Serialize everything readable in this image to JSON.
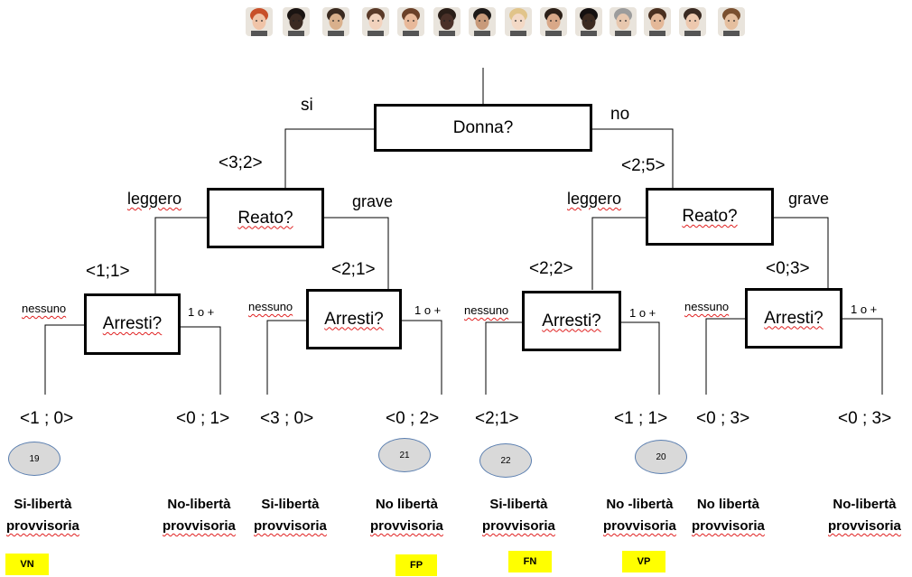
{
  "faces": [
    {
      "name": "face-1",
      "skin": "#f0c4a8",
      "hair": "#c8502a"
    },
    {
      "name": "face-2",
      "skin": "#3b2a22",
      "hair": "#1a1412"
    },
    {
      "name": "face-3",
      "skin": "#d9b08c",
      "hair": "#3a2a20"
    },
    {
      "name": "face-4",
      "skin": "#f2d2bd",
      "hair": "#5a3a28"
    },
    {
      "name": "face-5",
      "skin": "#e8b99a",
      "hair": "#6a4028"
    },
    {
      "name": "face-6",
      "skin": "#4a3028",
      "hair": "#2a1e18"
    },
    {
      "name": "face-7",
      "skin": "#c89a7a",
      "hair": "#1e1a18"
    },
    {
      "name": "face-8",
      "skin": "#f3d9c6",
      "hair": "#e1c48a"
    },
    {
      "name": "face-9",
      "skin": "#d8a888",
      "hair": "#2c2018"
    },
    {
      "name": "face-10",
      "skin": "#3c2a20",
      "hair": "#141010"
    },
    {
      "name": "face-11",
      "skin": "#e7c7ae",
      "hair": "#9c9c9c"
    },
    {
      "name": "face-12",
      "skin": "#e4b898",
      "hair": "#4a3020"
    },
    {
      "name": "face-13",
      "skin": "#edc8ae",
      "hair": "#3a2a22"
    },
    {
      "name": "face-14",
      "skin": "#e5bf9f",
      "hair": "#7a5030"
    }
  ],
  "root": {
    "label": "Donna?",
    "yes_label": "si",
    "no_label": "no"
  },
  "left_reato": {
    "label": "Reato?",
    "counts": "<3;2>",
    "light": "leggero",
    "heavy": "grave"
  },
  "right_reato": {
    "label": "Reato?",
    "counts": "<2;5>",
    "light": "leggero",
    "heavy": "grave"
  },
  "arresti": [
    {
      "label": "Arresti?",
      "counts": "<1;1>",
      "none": "nessuno",
      "more": "1 o +"
    },
    {
      "label": "Arresti?",
      "counts": "<2;1>",
      "none": "nessuno",
      "more": "1 o +"
    },
    {
      "label": "Arresti?",
      "counts": "<2;2>",
      "none": "nessuno",
      "more": "1 o +"
    },
    {
      "label": "Arresti?",
      "counts": "<0;3>",
      "none": "nessuno",
      "more": "1 o +"
    }
  ],
  "leaves": [
    {
      "tuple": "<1 ; 0>",
      "outcome1": "Si-libertà",
      "outcome2": "provvisoria",
      "circle": "19",
      "tag": "VN"
    },
    {
      "tuple": "<0 ; 1>",
      "outcome1": "No-libertà",
      "outcome2": "provvisoria",
      "circle": "",
      "tag": ""
    },
    {
      "tuple": "<3 ;  0>",
      "outcome1": "Si-libertà",
      "outcome2": "provvisoria",
      "circle": "",
      "tag": ""
    },
    {
      "tuple": "<0 ; 2>",
      "outcome1": "No libertà",
      "outcome2": "provvisoria",
      "circle": "21",
      "tag": "FP"
    },
    {
      "tuple": "<2;1>",
      "outcome1": "Si-libertà",
      "outcome2": "provvisoria",
      "circle": "22",
      "tag": "FN"
    },
    {
      "tuple": "<1 ; 1>",
      "outcome1": "No -libertà",
      "outcome2": "provvisoria",
      "circle": "20",
      "tag": "VP"
    },
    {
      "tuple": "<0 ; 3>",
      "outcome1": "No libertà",
      "outcome2": "provvisoria",
      "circle": "",
      "tag": ""
    },
    {
      "tuple": "<0 ; 3>",
      "outcome1": "No-libertà",
      "outcome2": "provvisoria",
      "circle": "",
      "tag": ""
    }
  ]
}
